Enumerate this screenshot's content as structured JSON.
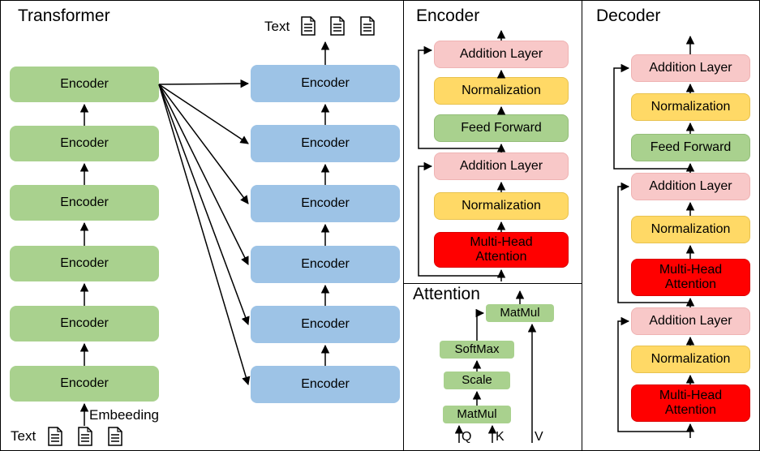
{
  "transformer": {
    "title": "Transformer",
    "left_stack": [
      "Encoder",
      "Encoder",
      "Encoder",
      "Encoder",
      "Encoder",
      "Encoder"
    ],
    "right_stack": [
      "Encoder",
      "Encoder",
      "Encoder",
      "Encoder",
      "Encoder",
      "Encoder"
    ],
    "input_label": "Text",
    "embedding_label": "Embeeding",
    "output_label": "Text",
    "doc_icon": "document-icon"
  },
  "encoder_panel": {
    "title": "Encoder",
    "blocks": [
      "Addition Layer",
      "Normalization",
      "Feed Forward",
      "Addition Layer",
      "Normalization",
      "Multi-Head Attention"
    ]
  },
  "attention_panel": {
    "title": "Attention",
    "blocks": [
      "MatMul",
      "SoftMax",
      "Scale",
      "MatMul"
    ],
    "inputs": [
      "Q",
      "K",
      "V"
    ]
  },
  "decoder_panel": {
    "title": "Decoder",
    "blocks": [
      "Addition Layer",
      "Normalization",
      "Feed Forward",
      "Addition Layer",
      "Normalization",
      "Multi-Head Attention",
      "Addition Layer",
      "Normalization",
      "Multi-Head Attention"
    ]
  },
  "colors": {
    "encoder_green": "#a9d18e",
    "encoder_blue": "#9dc3e6",
    "normalization": "#ffd966",
    "addition": "#f8c8c8",
    "attention": "#ff0000"
  }
}
